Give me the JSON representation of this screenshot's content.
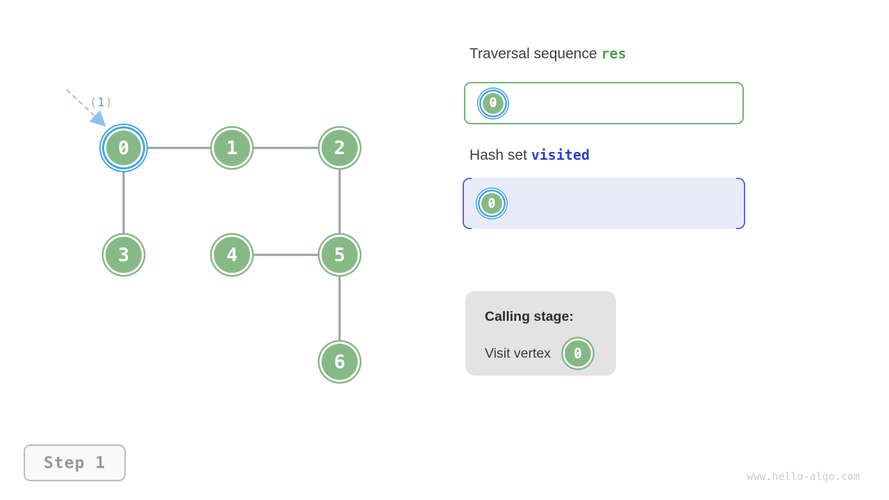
{
  "graph": {
    "nodes": [
      {
        "id": "0",
        "label": "0",
        "highlighted": true
      },
      {
        "id": "1",
        "label": "1",
        "highlighted": false
      },
      {
        "id": "2",
        "label": "2",
        "highlighted": false
      },
      {
        "id": "3",
        "label": "3",
        "highlighted": false
      },
      {
        "id": "4",
        "label": "4",
        "highlighted": false
      },
      {
        "id": "5",
        "label": "5",
        "highlighted": false
      },
      {
        "id": "6",
        "label": "6",
        "highlighted": false
      }
    ],
    "edges": [
      [
        "0",
        "1"
      ],
      [
        "1",
        "2"
      ],
      [
        "0",
        "3"
      ],
      [
        "2",
        "5"
      ],
      [
        "4",
        "5"
      ],
      [
        "5",
        "6"
      ]
    ],
    "annotation": {
      "open": "(",
      "value": "1",
      "close": ")"
    }
  },
  "panels": {
    "traversal": {
      "title": "Traversal sequence",
      "var": "res",
      "items": [
        "0"
      ]
    },
    "hashset": {
      "title": "Hash set",
      "var": "visited",
      "items": [
        "0"
      ]
    },
    "calling": {
      "title": "Calling stage:",
      "action": "Visit vertex",
      "vertex": "0"
    }
  },
  "step": {
    "label": "Step 1"
  },
  "watermark": "www.hello-algo.com",
  "colors": {
    "node_green": "#86b985",
    "highlight_blue": "#45a4e9",
    "res_green": "#4f9e4f",
    "visited_blue": "#2c3fd0",
    "bracket_indigo": "#5b6ad3",
    "hashset_bg": "#e9ecf8",
    "edge_gray": "#9e9e9e",
    "arrow_blue": "#a6cbee"
  }
}
